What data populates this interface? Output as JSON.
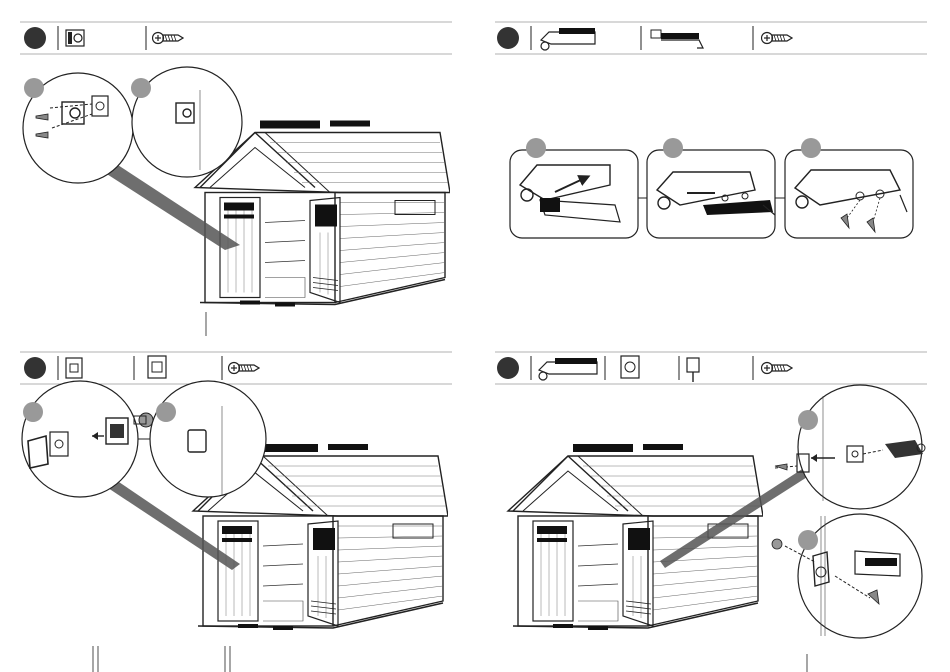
{
  "steps": [
    {
      "id": "A",
      "header_parts": [
        "bracket-part-icon",
        "screw-icon"
      ],
      "callouts": [
        "circle-1",
        "circle-2"
      ]
    },
    {
      "id": "B",
      "header_parts": [
        "latch-bar-part-icon",
        "hook-part-icon",
        "screw-icon"
      ],
      "callouts": [
        "circle-1",
        "circle-2",
        "circle-3"
      ]
    },
    {
      "id": "C",
      "header_parts": [
        "square-plate-part-icon",
        "handle-part-icon",
        "screw-icon"
      ],
      "callouts": [
        "circle-1",
        "circle-2"
      ]
    },
    {
      "id": "D",
      "header_parts": [
        "latch-bar-part-icon",
        "square-bracket-part-icon",
        "bolt-part-icon",
        "screw-icon"
      ],
      "callouts": [
        "circle-1",
        "circle-2"
      ]
    }
  ],
  "colors": {
    "ink": "#222222",
    "step_marker": "#333333",
    "rule": "#999999",
    "background": "#ffffff"
  }
}
